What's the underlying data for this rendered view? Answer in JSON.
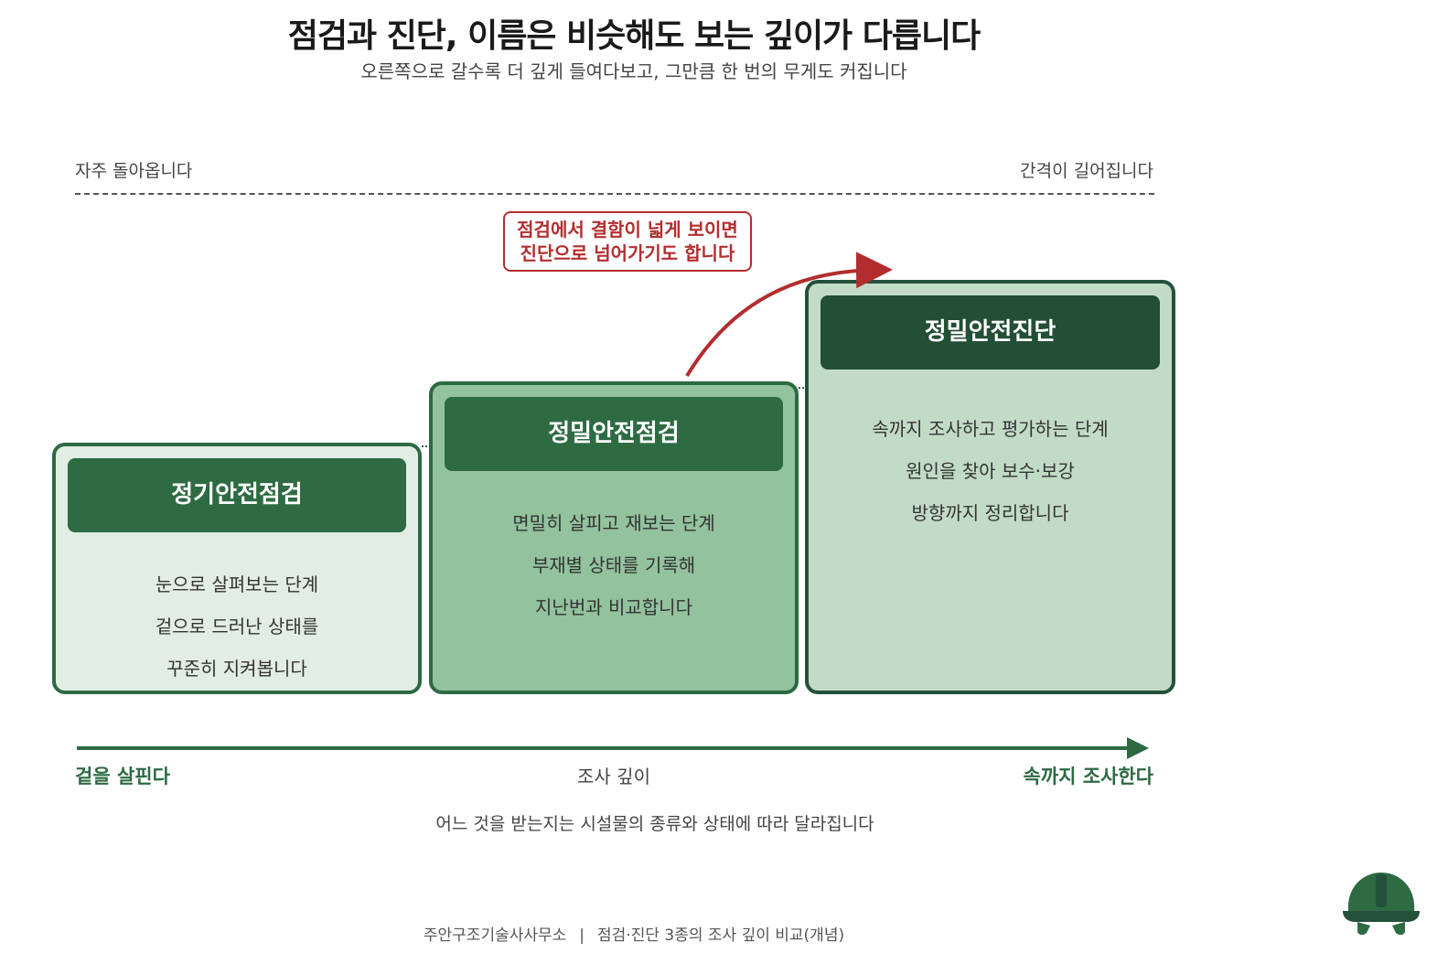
{
  "title": "점검과 진단, 이름은 비슷해도 보는 깊이가 다릅니다",
  "subtitle": "오른쪽으로 갈수록 더 깊게 들여다보고, 그만큼 한 번의 무게도 커집니다",
  "frequency": {
    "left": "자주 돌아옵니다",
    "right": "간격이 길어집니다"
  },
  "callout": {
    "line1": "점검에서 결함이 넓게 보이면",
    "line2": "진단으로 넘어가기도 합니다"
  },
  "steps": [
    {
      "title": "정기안전점검",
      "lines": [
        "눈으로 살펴보는 단계",
        "겉으로 드러난 상태를",
        "꾸준히 지켜봅니다"
      ]
    },
    {
      "title": "정밀안전점검",
      "lines": [
        "면밀히 살피고 재보는 단계",
        "부재별 상태를 기록해",
        "지난번과 비교합니다"
      ]
    },
    {
      "title": "정밀안전진단",
      "lines": [
        "속까지 조사하고 평가하는 단계",
        "원인을 찾아 보수·보강",
        "방향까지 정리합니다"
      ]
    }
  ],
  "axis": {
    "left": "겉을 살핀다",
    "center": "조사 깊이",
    "right": "속까지 조사한다"
  },
  "note": "어느 것을 받는지는 시설물의 종류와 상태에 따라 달라집니다",
  "footer": {
    "org": "주안구조기술사사무소",
    "separator": "|",
    "caption": "점검·진단 3종의 조사 깊이 비교(개념)"
  },
  "icons": {
    "corner": "hard-hat-icon"
  },
  "colors": {
    "green_dark": "#234f35",
    "green": "#2e6b43",
    "green_mid": "#92c29e",
    "green_light": "#c2dbc7",
    "green_pale": "#e2ede4",
    "red": "#b32d2e"
  }
}
